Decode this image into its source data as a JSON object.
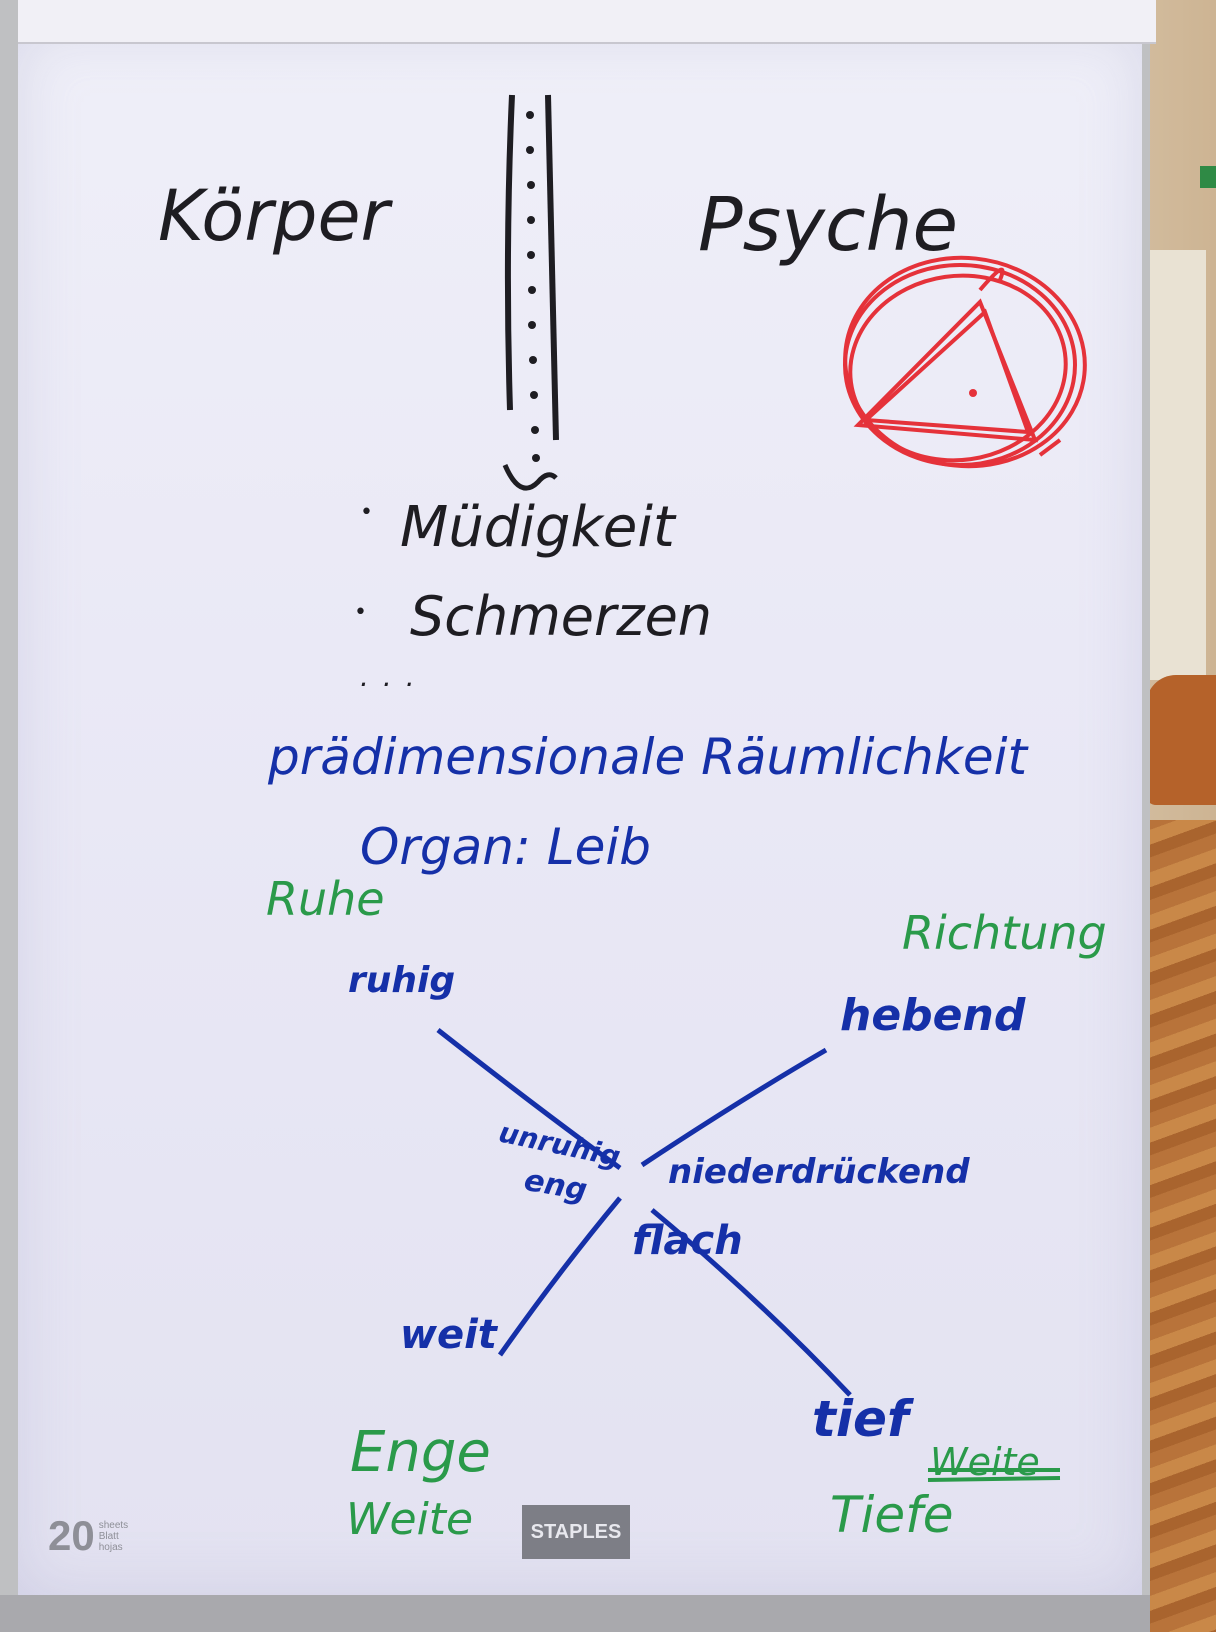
{
  "flipchart": {
    "header": {
      "left": "Körper",
      "right": "Psyche"
    },
    "list": {
      "items": [
        "Müdigkeit",
        "Schmerzen",
        "..."
      ]
    },
    "heading": {
      "line1": "prädimensionale Räumlichkeit",
      "line2": "Organ: Leib"
    },
    "diagram": {
      "axis_labels": {
        "top_left": "Ruhe",
        "top_right": "Richtung",
        "bottom_left_1": "Enge",
        "bottom_left_2": "Weite",
        "bottom_right_1": "Tiefe"
      },
      "crossed_out": "Weite",
      "ends": {
        "top_left": "ruhig",
        "top_right": "hebend",
        "bottom_left": "weit",
        "bottom_right": "tief"
      },
      "center": {
        "left_1": "unruhig",
        "left_2": "eng",
        "right_1": "niederdrückend",
        "right_2": "flach"
      }
    },
    "branding": {
      "count": "20",
      "count_units": [
        "sheets",
        "Blatt",
        "hojas"
      ],
      "logo": "STAPLES"
    },
    "colors": {
      "black_marker": "#1e1d22",
      "blue_marker": "#1530a8",
      "green_marker": "#2a9a4a",
      "red_marker": "#e5323a",
      "paper": "#eceaf6"
    }
  }
}
